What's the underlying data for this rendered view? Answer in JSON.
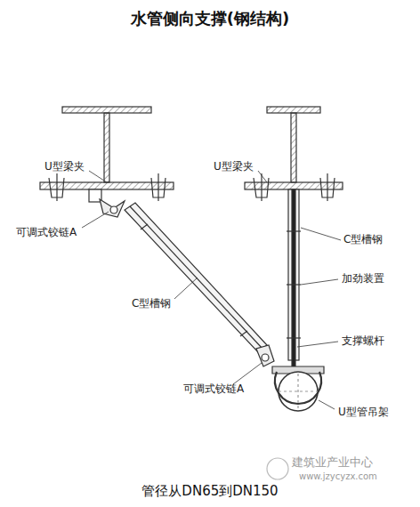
{
  "diagram": {
    "title": "水管侧向支撑(钢结构)",
    "caption": "管径从DN65到DN150",
    "labels": [
      "U型梁夹",
      "U型梁夹",
      "可调式铰链A",
      "C型槽钢",
      "C型槽钢",
      "加劲装置",
      "支撑螺杆",
      "可调式铰链A",
      "U型管吊架",
      "建筑业产业中心",
      "www.jzycyzx.com"
    ]
  }
}
